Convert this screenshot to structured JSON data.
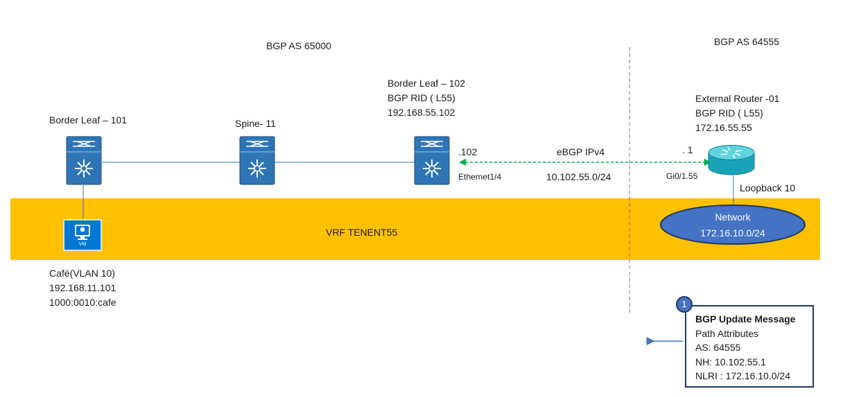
{
  "as_left": {
    "label": "BGP AS 65000"
  },
  "as_right": {
    "label": "BGP AS 64555"
  },
  "vrf": {
    "label": "VRF TENENT55",
    "color": "#ffc000"
  },
  "border_leaf_101": {
    "name": "Border Leaf – 101",
    "icon": "nexus-switch-icon"
  },
  "spine_11": {
    "name": "Spine- 11",
    "icon": "nexus-switch-icon"
  },
  "border_leaf_102": {
    "name": "Border Leaf – 102",
    "rid": "BGP RID ( L55)",
    "ip": "192.168.55.102",
    "addr_suffix": ".102",
    "interface": "Ethernet1/4",
    "icon": "nexus-switch-icon"
  },
  "external_router": {
    "name": "External Router -01",
    "rid": "BGP RID ( L55)",
    "ip": "172.16.55.55",
    "addr_suffix": ". 1",
    "interface": "Gi0/1.55",
    "loopback": "Loopback 10",
    "icon": "router-icon"
  },
  "ebgp_link": {
    "label": "eBGP IPv4",
    "subnet": "10.102.55.0/24",
    "color": "#00b050"
  },
  "network": {
    "title": "Network",
    "prefix": "172.16.10.0/24",
    "color": "#4472c4"
  },
  "cafe_vm": {
    "vm_badge": "VM",
    "name": "Café(VLAN 10)",
    "ipv4": "192.168.11.101",
    "ipv6": "1000:0010:cafe",
    "icon": "virtual-machine-icon"
  },
  "update_message": {
    "badge": "1",
    "title": "BGP Update Message",
    "line1": "Path Attributes",
    "line2": "AS: 64555",
    "line3": "NH: 10.102.55.1",
    "line4": "NLRI : 172.16.10.0/24"
  }
}
